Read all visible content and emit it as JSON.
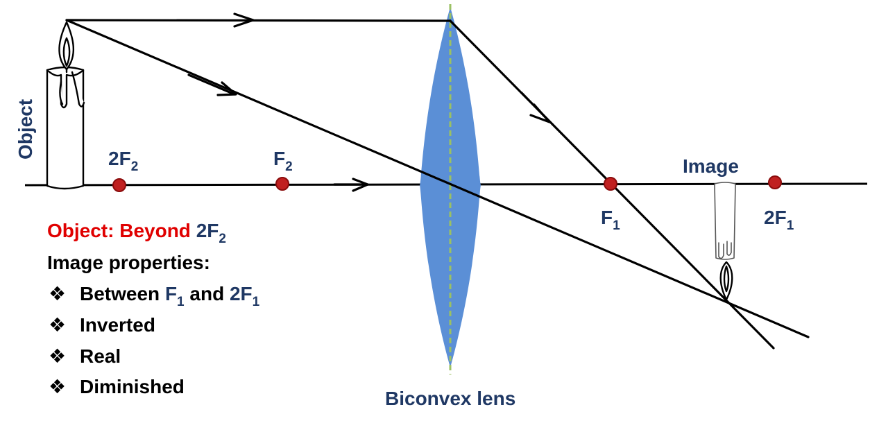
{
  "labels": {
    "object": "Object",
    "image": "Image",
    "lens": "Biconvex lens"
  },
  "points": {
    "two_f2": {
      "main": "2F",
      "sub": "2"
    },
    "f2": {
      "main": "F",
      "sub": "2"
    },
    "f1": {
      "main": "F",
      "sub": "1"
    },
    "two_f1": {
      "main": "2F",
      "sub": "1"
    }
  },
  "description": {
    "object_prefix": "Object: Beyond ",
    "object_point_main": "2F",
    "object_point_sub": "2",
    "heading": "Image properties:",
    "bullet_symbol": "❖",
    "between_prefix": "Between ",
    "between_f_main": "F",
    "between_f_sub": "1",
    "between_and": " and ",
    "between_2f_main": "2F",
    "between_2f_sub": "1",
    "items": [
      "Inverted",
      "Real",
      "Diminished"
    ]
  },
  "colors": {
    "lens_fill": "#5b8fd6",
    "lens_axis": "#9bc163",
    "label_navy": "#1f3864",
    "emphasis_red": "#e00000",
    "focal_point": "#c02020"
  }
}
